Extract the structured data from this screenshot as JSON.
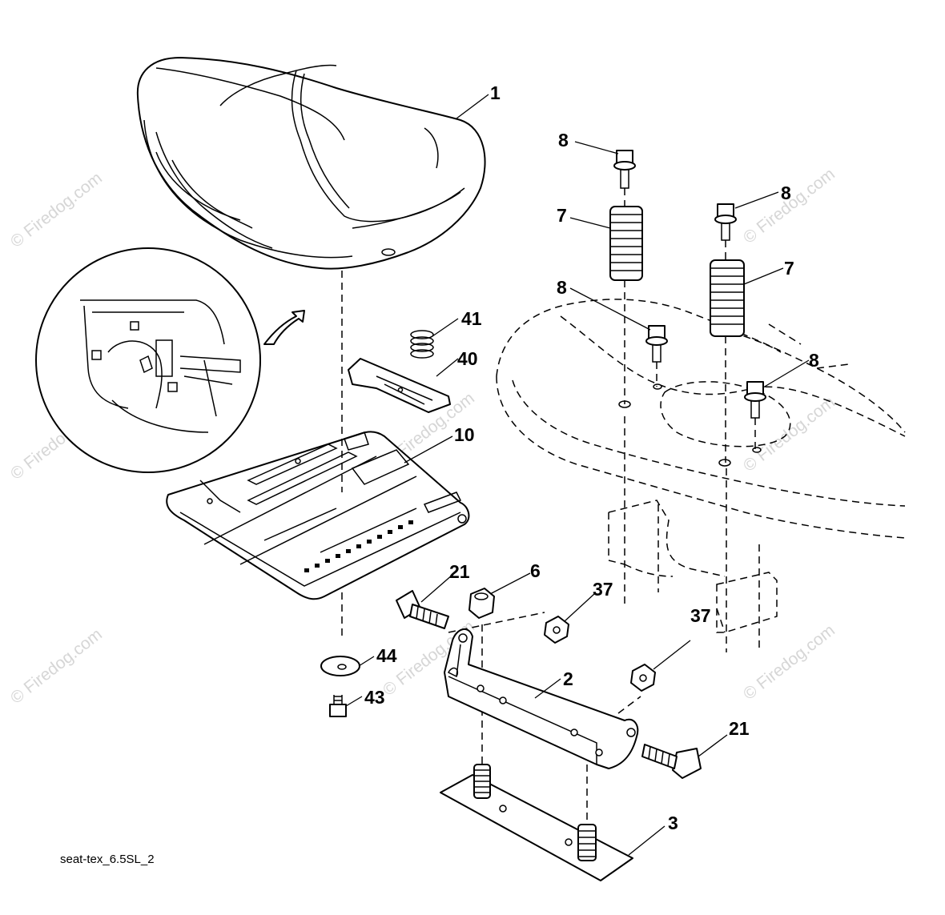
{
  "diagram": {
    "caption": "seat-tex_6.5SL_2",
    "watermark": "© Firedog.com",
    "callouts": {
      "c1": "1",
      "c8a": "8",
      "c7a": "7",
      "c8b": "8",
      "c7b": "7",
      "c8c": "8",
      "c8d": "8",
      "c41": "41",
      "c40": "40",
      "c10": "10",
      "c21a": "21",
      "c6": "6",
      "c37a": "37",
      "c37b": "37",
      "c44": "44",
      "c43": "43",
      "c2": "2",
      "c21b": "21",
      "c3": "3"
    }
  }
}
